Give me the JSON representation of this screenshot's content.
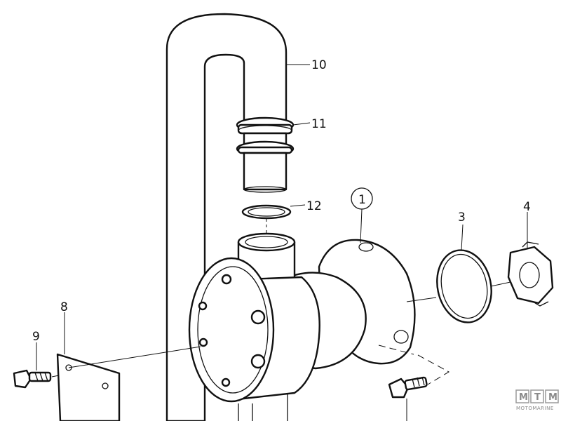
{
  "callouts": [
    {
      "id": "1",
      "label": "1"
    },
    {
      "id": "3",
      "label": "3"
    },
    {
      "id": "4",
      "label": "4"
    },
    {
      "id": "8",
      "label": "8"
    },
    {
      "id": "9",
      "label": "9"
    },
    {
      "id": "10",
      "label": "10"
    },
    {
      "id": "11",
      "label": "11"
    },
    {
      "id": "12",
      "label": "12"
    }
  ],
  "watermark": {
    "letters": [
      "M",
      "T",
      "M"
    ],
    "subtitle": "MOTOMARINE"
  }
}
